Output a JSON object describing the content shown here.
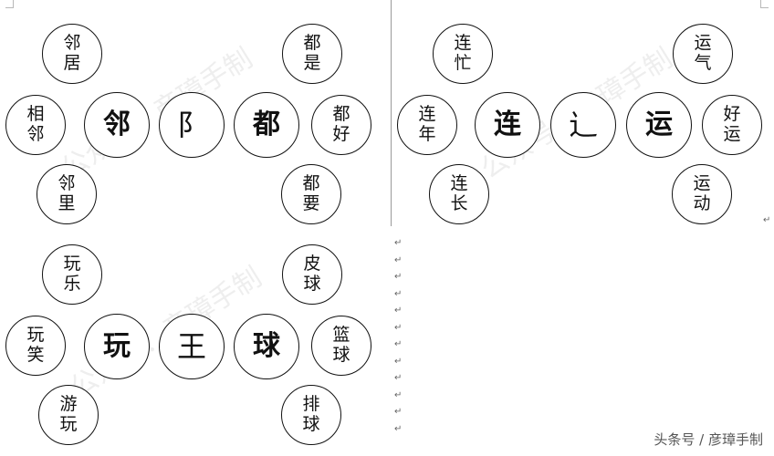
{
  "groups": {
    "lin_du": {
      "left_root": "邻",
      "radical": "阝",
      "right_root": "都",
      "left_words": [
        [
          "邻",
          "居"
        ],
        [
          "相",
          "邻"
        ],
        [
          "邻",
          "里"
        ]
      ],
      "right_words": [
        [
          "都",
          "是"
        ],
        [
          "都",
          "好"
        ],
        [
          "都",
          "要"
        ]
      ]
    },
    "lian_yun": {
      "left_root": "连",
      "radical": "辶",
      "right_root": "运",
      "left_words": [
        [
          "连",
          "忙"
        ],
        [
          "连",
          "年"
        ],
        [
          "连",
          "长"
        ]
      ],
      "right_words": [
        [
          "运",
          "气"
        ],
        [
          "好",
          "运"
        ],
        [
          "运",
          "动"
        ]
      ]
    },
    "wan_qiu": {
      "left_root": "玩",
      "radical": "王",
      "right_root": "球",
      "left_words": [
        [
          "玩",
          "乐"
        ],
        [
          "玩",
          "笑"
        ],
        [
          "游",
          "玩"
        ]
      ],
      "right_words": [
        [
          "皮",
          "球"
        ],
        [
          "篮",
          "球"
        ],
        [
          "排",
          "球"
        ]
      ]
    }
  },
  "paragraph_mark": "↵",
  "watermark_text": "公众号：彦璋手制",
  "source_tag": "头条号 / 彦璋手制"
}
